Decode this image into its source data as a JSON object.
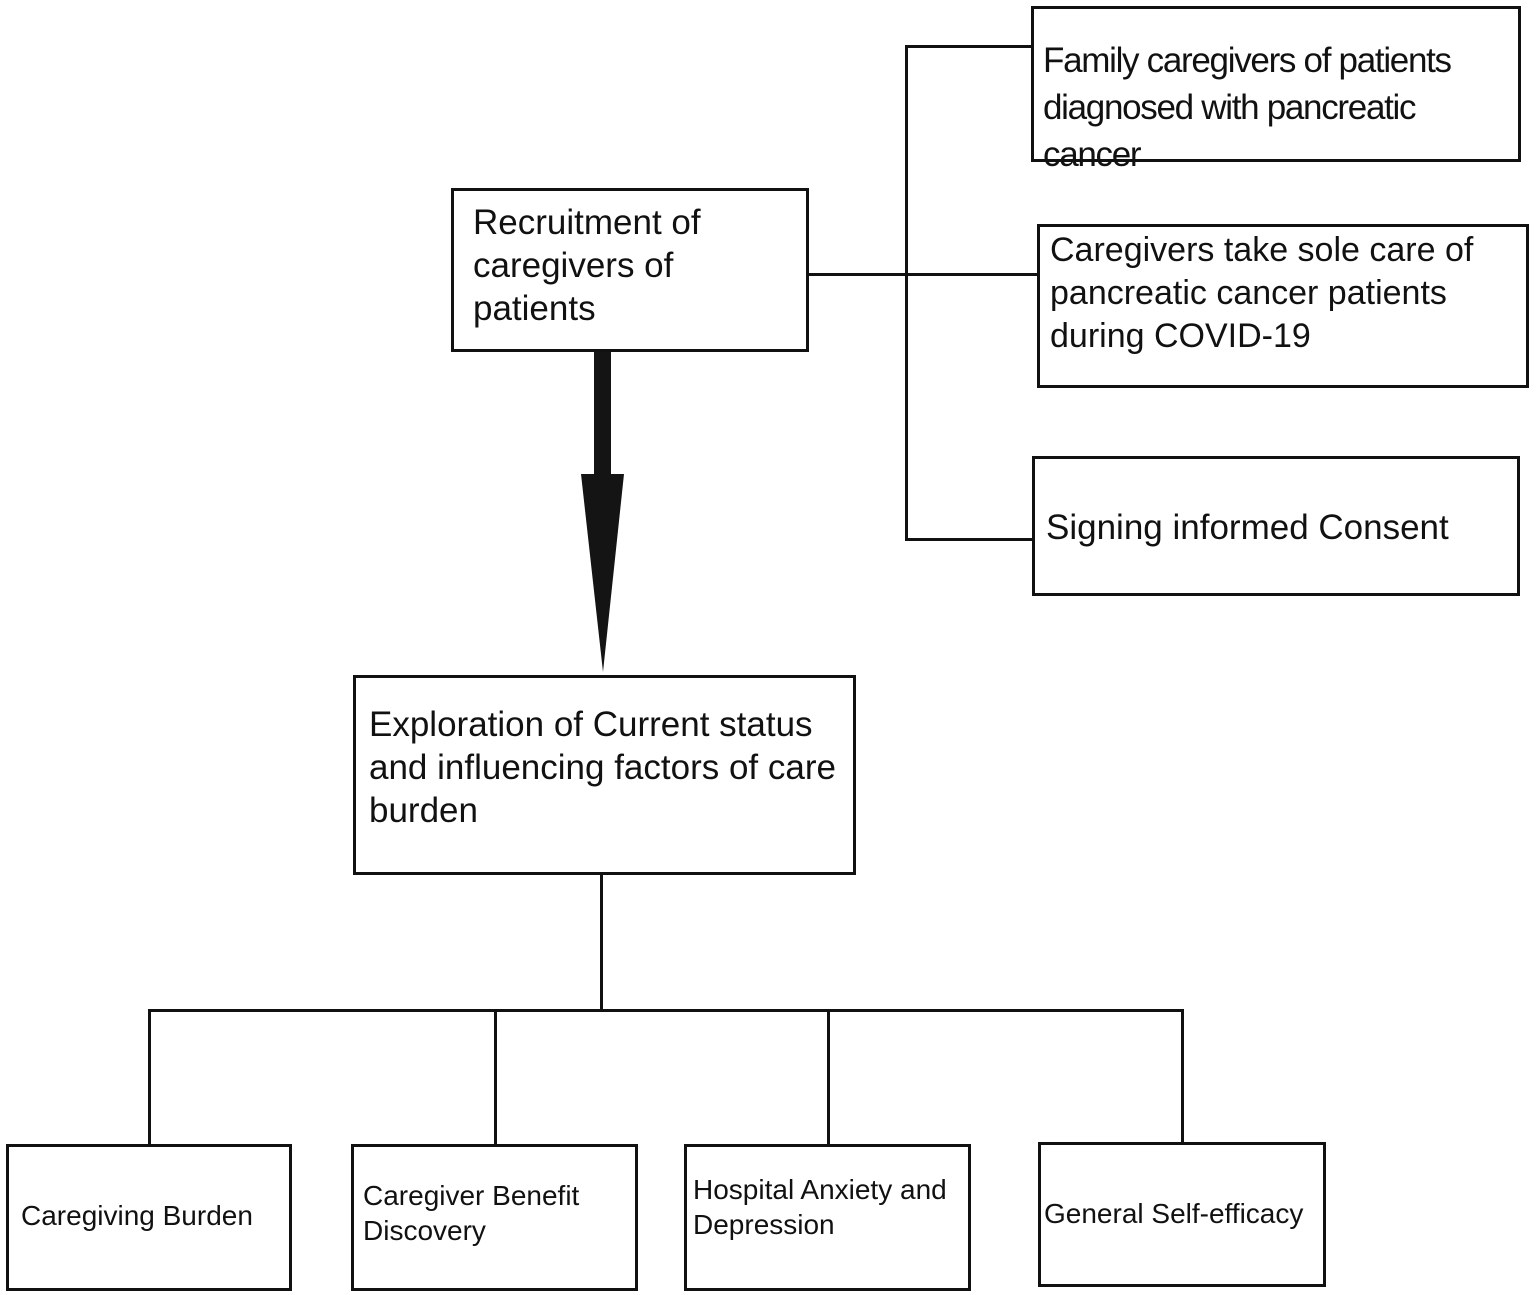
{
  "diagram": {
    "recruitment": [
      "Recruitment of",
      "caregivers of",
      "patients"
    ],
    "criteria": {
      "family": [
        "Family caregivers of patients",
        "diagnosed with pancreatic cancer"
      ],
      "sole_care": [
        "Caregivers take sole care of",
        "pancreatic cancer patients",
        "during COVID-19"
      ],
      "consent": [
        "Signing informed Consent"
      ]
    },
    "exploration": [
      "Exploration of Current status",
      "and influencing factors of care",
      "burden"
    ],
    "measures": {
      "burden": [
        "Caregiving Burden"
      ],
      "benefit": [
        "Caregiver Benefit",
        "Discovery"
      ],
      "anxiety": [
        "Hospital Anxiety and",
        "Depression"
      ],
      "efficacy": [
        "General Self-efficacy"
      ]
    },
    "colors": {
      "stroke": "#111111",
      "arrow": "#141414",
      "background": "#ffffff"
    }
  }
}
